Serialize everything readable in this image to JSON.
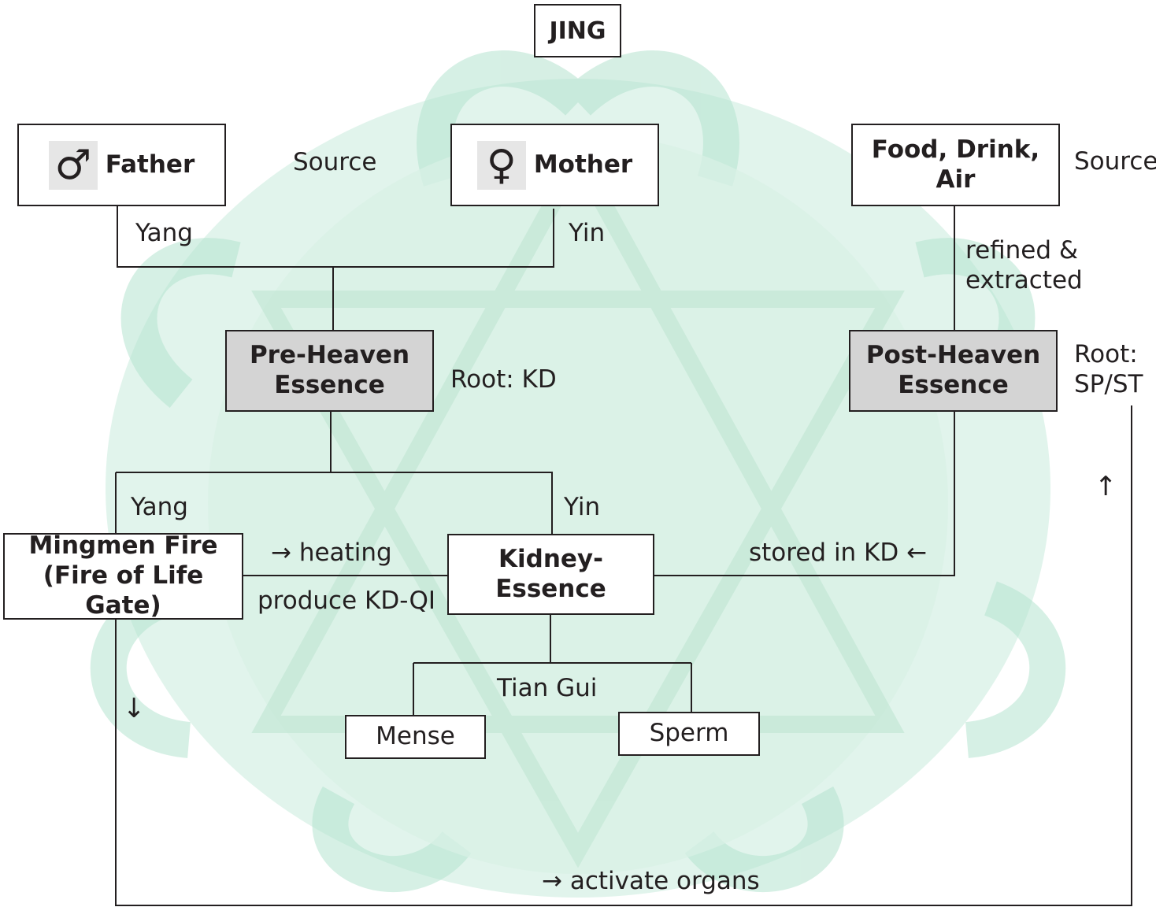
{
  "title": "JING",
  "father": {
    "symbol": "♂",
    "label": "Father"
  },
  "mother": {
    "symbol": "♀",
    "label": "Mother"
  },
  "food": {
    "label": "Food, Drink, Air"
  },
  "source_left": "Source",
  "source_right": "Source",
  "yang_top": "Yang",
  "yin_top": "Yin",
  "refined": [
    "refined &",
    "extracted"
  ],
  "pre_heaven": [
    "Pre-Heaven",
    "Essence"
  ],
  "post_heaven": [
    "Post-Heaven",
    "Essence"
  ],
  "root_kd": "Root: KD",
  "root_spst": [
    "Root:",
    "SP/ST"
  ],
  "yang_mid": "Yang",
  "yin_mid": "Yin",
  "mingmen": [
    "Mingmen Fire",
    "(Fire of Life Gate)"
  ],
  "heating": "→ heating",
  "produce": "produce KD-QI",
  "kidney": "Kidney-Essence",
  "stored": "stored in KD ←",
  "up_arrow": "↑",
  "down_arrow": "↓",
  "tian_gui": "Tian Gui",
  "mense": "Mense",
  "sperm": "Sperm",
  "activate": "→ activate organs",
  "colors": {
    "line": "#231f20",
    "grey_box": "#d4d4d4",
    "background_motif": "#c9ebdd"
  }
}
